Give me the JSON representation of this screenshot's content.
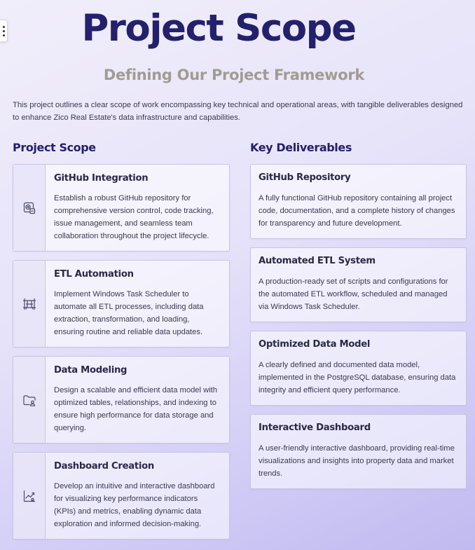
{
  "page": {
    "title": "Project Scope",
    "subtitle": "Defining Our Project Framework",
    "intro": "This project outlines a clear scope of work encompassing key technical and operational areas, with tangible deliverables designed to enhance Zico Real Estate's data infrastructure and capabilities."
  },
  "scope": {
    "heading": "Project Scope",
    "items": [
      {
        "icon": "repository-icon",
        "title": "GitHub Integration",
        "description": "Establish a robust GitHub repository for comprehensive version control, code tracking, issue management, and seamless team collaboration throughout the project lifecycle."
      },
      {
        "icon": "pipeline-icon",
        "title": "ETL Automation",
        "description": "Implement Windows Task Scheduler to automate all ETL processes, including data extraction, transformation, and loading, ensuring routine and reliable data updates."
      },
      {
        "icon": "folder-user-icon",
        "title": "Data Modeling",
        "description": "Design a scalable and efficient data model with optimized tables, relationships, and indexing to ensure high performance for data storage and querying."
      },
      {
        "icon": "chart-line-icon",
        "title": "Dashboard Creation",
        "description": "Develop an intuitive and interactive dashboard for visualizing key performance indicators (KPIs) and metrics, enabling dynamic data exploration and informed decision-making."
      }
    ]
  },
  "deliverables": {
    "heading": "Key Deliverables",
    "items": [
      {
        "title": "GitHub Repository",
        "description": "A fully functional GitHub repository containing all project code, documentation, and a complete history of changes for transparency and future development."
      },
      {
        "title": "Automated ETL System",
        "description": "A production-ready set of scripts and configurations for the automated ETL workflow, scheduled and managed via Windows Task Scheduler."
      },
      {
        "title": "Optimized Data Model",
        "description": "A clearly defined and documented data model, implemented in the PostgreSQL database, ensuring data integrity and efficient query performance."
      },
      {
        "title": "Interactive Dashboard",
        "description": "A user-friendly interactive dashboard, providing real-time visualizations and insights into property data and market trends."
      }
    ]
  },
  "colors": {
    "title": "#23206c",
    "subtitle": "#a19c92",
    "card_border": "#c9c4e2",
    "icon": "#4a4a68"
  }
}
